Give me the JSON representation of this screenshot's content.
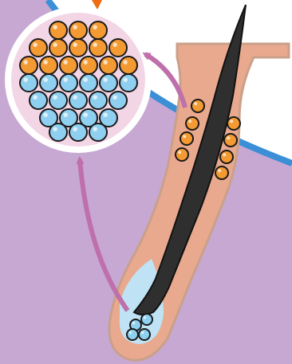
{
  "diagram": {
    "colors": {
      "background": "#c6a8d2",
      "skin_white": "#ffffff",
      "skin_edge_blue": "#3a8fd6",
      "follicle": "#e9a98e",
      "follicle_outline": "#caa08a",
      "hair_shaft": "#2f2f2f",
      "bulb_light": "#bfe3f4",
      "arrow": "#bf6fab",
      "circle_fill": "#f3d6e6",
      "orange_cell": "#f39a33",
      "blue_cell": "#8fd0f0",
      "cell_outline": "#1a1a1a",
      "accent_orange": "#f06a10"
    },
    "elements": {
      "hair_follicle": "hair-follicle",
      "hair_shaft": "hair-shaft",
      "stem_cells": "stem-cells",
      "melanocytes": "melanocytes",
      "zoom_circle": "magnified-cell-cluster",
      "arrows": "differentiation-arrows"
    }
  }
}
